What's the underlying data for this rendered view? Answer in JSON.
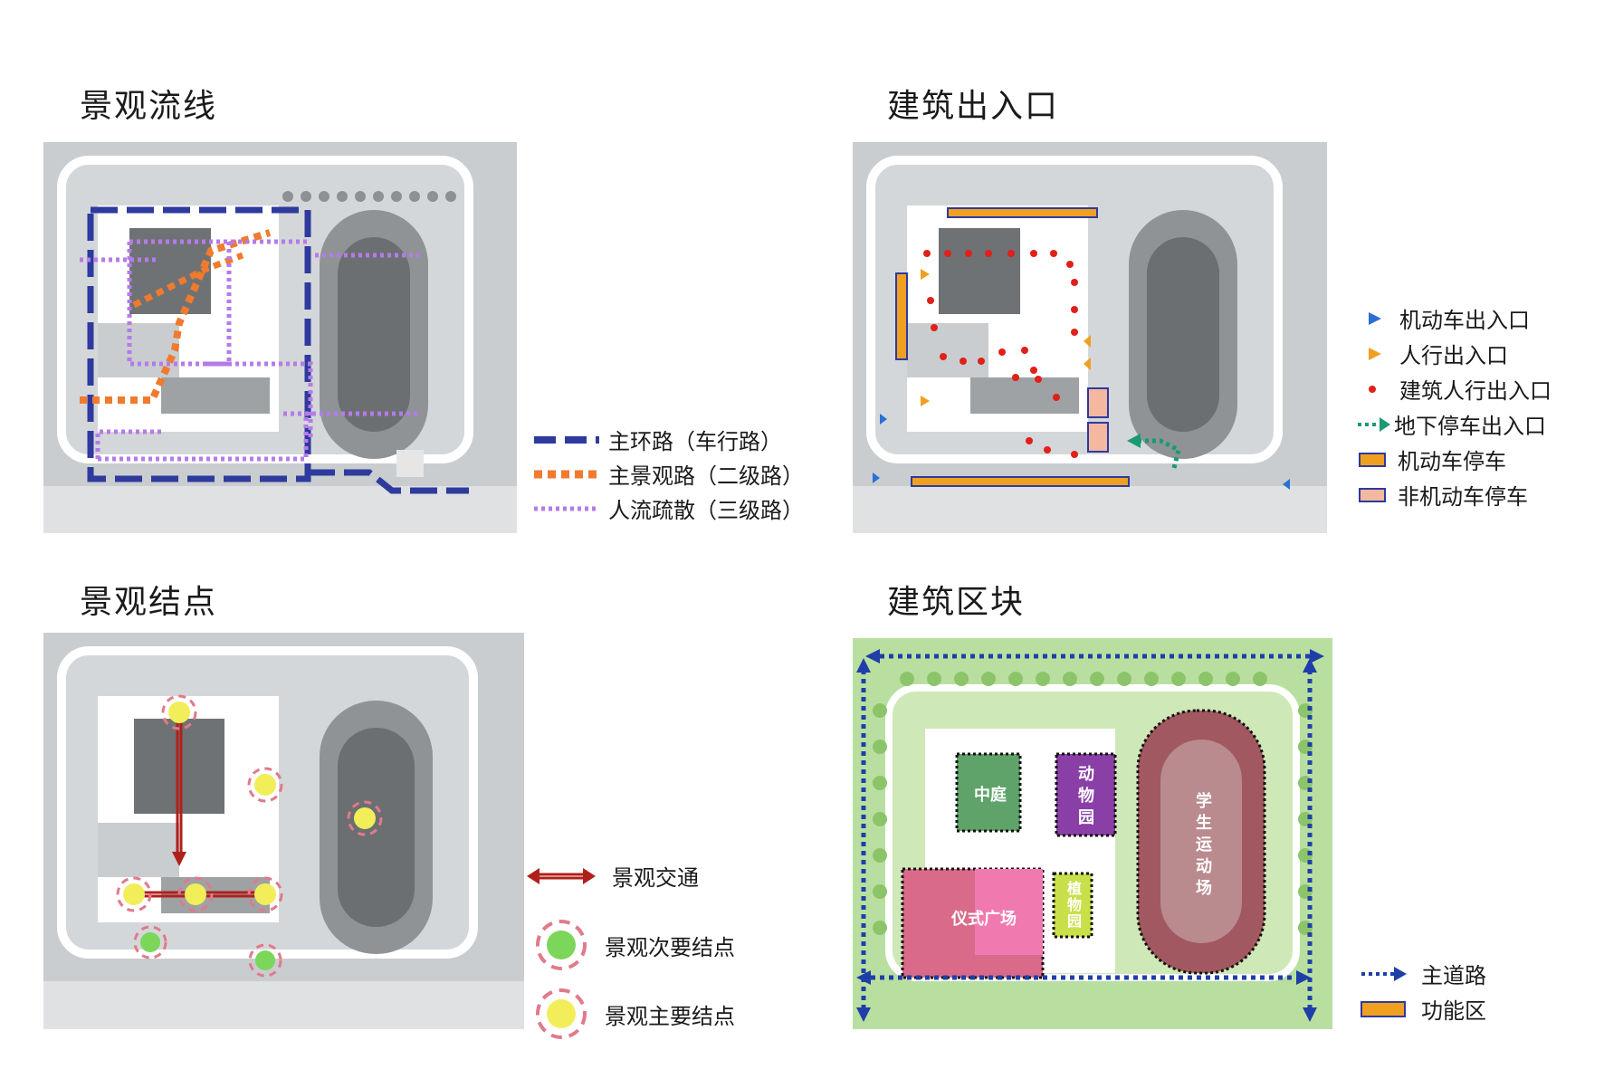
{
  "panels": {
    "landscape_flow": {
      "title": "景观流线",
      "legend": [
        {
          "label": "主环路（车行路）",
          "color": "#2e3a9e",
          "style": "long-dash"
        },
        {
          "label": "主景观路（二级路）",
          "color": "#f07a2e",
          "style": "square-dash"
        },
        {
          "label": "人流疏散（三级路）",
          "color": "#b57be8",
          "style": "dot"
        }
      ]
    },
    "building_entrances": {
      "title": "建筑出入口",
      "legend": [
        {
          "label": "机动车出入口",
          "color": "#2a6fd6",
          "symbol": "triangle"
        },
        {
          "label": "人行出入口",
          "color": "#f0a020",
          "symbol": "triangle"
        },
        {
          "label": "建筑人行出入口",
          "color": "#e0201a",
          "symbol": "dot"
        },
        {
          "label": "地下停车出入口",
          "color": "#1a9a72",
          "symbol": "dotted-arrow"
        },
        {
          "label": "机动车停车",
          "color": "#f0a020",
          "symbol": "box"
        },
        {
          "label": "非机动车停车",
          "color": "#f4b7a0",
          "symbol": "box"
        }
      ]
    },
    "landscape_nodes": {
      "title": "景观结点",
      "legend": [
        {
          "label": "景观交通",
          "color": "#b0201a",
          "symbol": "double-arrow"
        },
        {
          "label": "景观次要结点",
          "color": "#7bd65a",
          "symbol": "ring-node"
        },
        {
          "label": "景观主要结点",
          "color": "#f2ee5a",
          "symbol": "ring-node"
        }
      ]
    },
    "building_blocks": {
      "title": "建筑区块",
      "legend": [
        {
          "label": "主道路",
          "color": "#1f3fa8",
          "symbol": "dotted-arrow"
        },
        {
          "label": "功能区",
          "color": "#f0a020",
          "symbol": "box"
        }
      ],
      "zones": {
        "courtyard": "中庭",
        "zoo": "动物园",
        "botanical": "植物园",
        "ceremony": "仪式广场",
        "sports": "学生运动场"
      }
    }
  }
}
